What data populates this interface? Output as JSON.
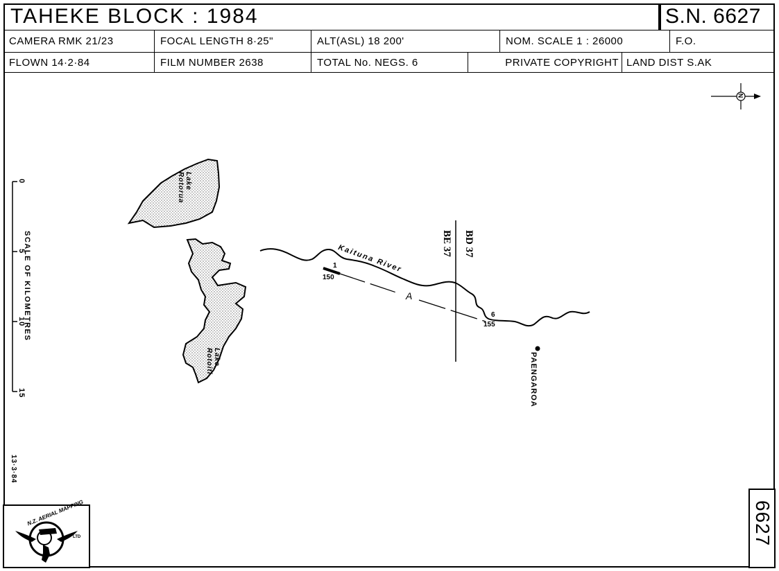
{
  "header": {
    "title": "TAHEKE BLOCK : 1984",
    "sn": "S.N. 6627",
    "camera": "CAMERA  RMK 21/23",
    "focal_length": "FOCAL LENGTH  8·25\"",
    "alt": "ALT(ASL)    18 200'",
    "nom_scale": "NOM. SCALE   1 : 26000",
    "fo": "F.O.",
    "flown": "FLOWN   14·2·84",
    "film_number": "FILM NUMBER  2638",
    "total_negs": "TOTAL No. NEGS.  6",
    "private": "PRIVATE   COPYRIGHT",
    "land_dist": "LAND DIST  S.AK"
  },
  "map": {
    "lake_rotorua": [
      "Lake",
      "Rotorua"
    ],
    "lake_rotoiti": [
      "Lake",
      "Rotoiti"
    ],
    "river": "Kaituna River",
    "sheet_left": "BE 37",
    "sheet_right": "BD 37",
    "run_label": "A",
    "run_start_neg": "1",
    "run_start_photo": "150",
    "run_end_neg": "6",
    "run_end_photo": "155",
    "town": "PAENGAROA",
    "north_symbol": "N"
  },
  "scale_bar": {
    "title": "SCALE  OF  KILOMETRES",
    "ticks": [
      "0",
      "5",
      "10",
      "15"
    ]
  },
  "footer": {
    "date": "13·3·84",
    "corner_number": "6627",
    "logo_text": "N.Z. AERIAL MAPPING",
    "logo_sub": "LTD"
  }
}
